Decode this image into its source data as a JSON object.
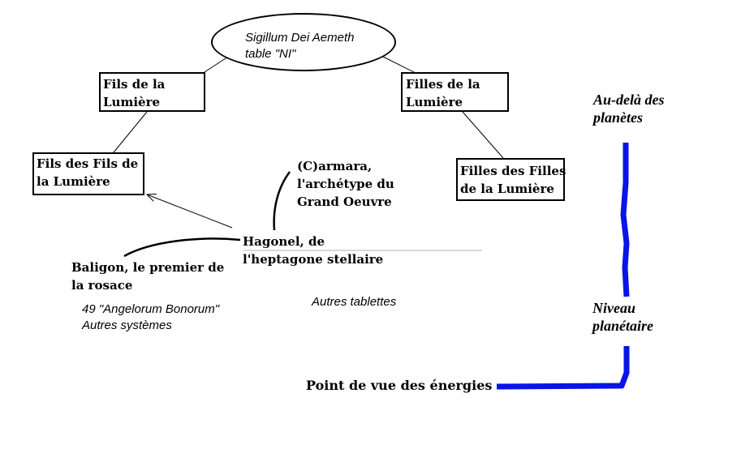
{
  "root": {
    "line1": "Sigillum Dei Aemeth",
    "line2": "table \"NI\""
  },
  "nodes": {
    "fils_lumiere": {
      "line1": "Fils de la",
      "line2": "Lumière"
    },
    "filles_lumiere": {
      "line1": "Filles de la",
      "line2": "Lumière"
    },
    "fils_fils": {
      "line1": "Fils des Fils de",
      "line2": "la Lumière"
    },
    "filles_filles": {
      "line1": "Filles des Filles",
      "line2": "de la Lumière"
    }
  },
  "labels": {
    "carmara": {
      "line1": "(C)armara,",
      "line2": "l'archétype du",
      "line3": "Grand Oeuvre"
    },
    "hagonel": {
      "line1": "Hagonel, de",
      "line2": "l'heptagone stellaire"
    },
    "baligon": {
      "line1": "Baligon, le premier de",
      "line2": "la rosace"
    },
    "angelorum": {
      "line1": "49 \"Angelorum Bonorum\"",
      "line2": "Autres systèmes"
    },
    "autres_tablettes": "Autres tablettes",
    "point_de_vue": "Point de vue des énergies"
  },
  "levels": {
    "au_dela": {
      "line1": "Au-delà des",
      "line2": "planètes"
    },
    "niveau": {
      "line1": "Niveau",
      "line2": "planétaire"
    }
  },
  "colors": {
    "accent_line": "#0a14e6",
    "ink": "#000000"
  }
}
